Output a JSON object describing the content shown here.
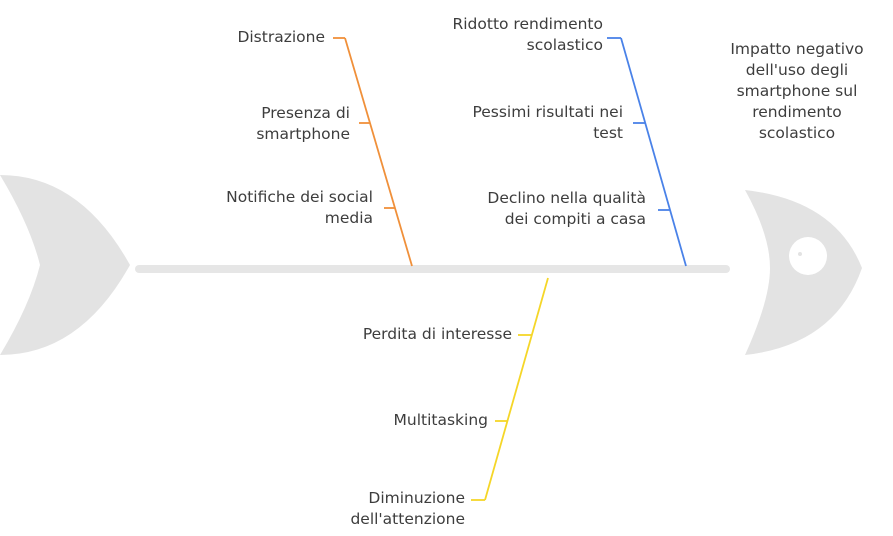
{
  "effect": "Impatto negativo dell'uso degli smartphone sul rendimento scolastico",
  "effect_lines": [
    "Impatto negativo",
    "dell'uso degli",
    "smartphone sul",
    "rendimento",
    "scolastico"
  ],
  "colors": {
    "spine": "#e6e6e6",
    "fish_body": "#e3e3e3",
    "eye": "#ffffff",
    "branch_orange": "#f0903a",
    "branch_blue": "#4a82e8",
    "branch_yellow": "#f5d628"
  },
  "branches": {
    "orange": {
      "causes": [
        {
          "lines": [
            "Distrazione"
          ]
        },
        {
          "lines": [
            "Presenza di",
            "smartphone"
          ]
        },
        {
          "lines": [
            "Notifiche dei social",
            "media"
          ]
        }
      ]
    },
    "blue": {
      "causes": [
        {
          "lines": [
            "Ridotto rendimento",
            "scolastico"
          ]
        },
        {
          "lines": [
            "Pessimi risultati nei",
            "test"
          ]
        },
        {
          "lines": [
            "Declino nella qualità",
            "dei compiti a casa"
          ]
        }
      ]
    },
    "yellow": {
      "causes": [
        {
          "lines": [
            "Perdita di interesse"
          ]
        },
        {
          "lines": [
            "Multitasking"
          ]
        },
        {
          "lines": [
            "Diminuzione",
            "dell'attenzione"
          ]
        }
      ]
    }
  }
}
